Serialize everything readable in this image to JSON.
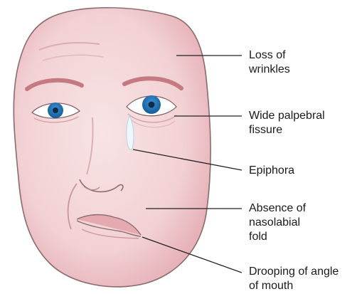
{
  "labels": {
    "loss_of_wrinkles": [
      "Loss of",
      "wrinkles"
    ],
    "wide_palpebral_fissure": [
      "Wide palpebral",
      "fissure"
    ],
    "epiphora": [
      "Epiphora"
    ],
    "absence_of_nasolabial_fold": [
      "Absence of",
      "nasolabial",
      "fold"
    ],
    "drooping_of_angle_of_mouth": [
      "Drooping of angle",
      "of mouth"
    ]
  },
  "colors": {
    "skin": "#f2d3d6",
    "skin_shadow": "#e3a9b0",
    "outline": "#7a5a5e",
    "iris": "#1f6fb5",
    "tear": "#e8f4fb",
    "leader": "#222222"
  }
}
